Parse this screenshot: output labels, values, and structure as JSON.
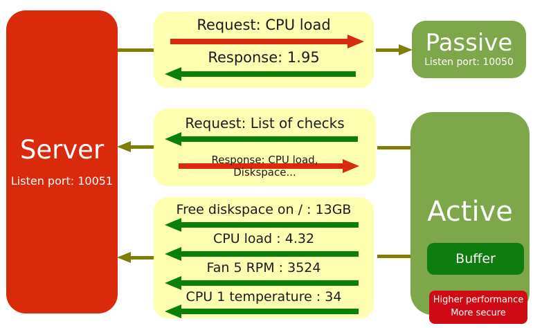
{
  "server": {
    "title": "Server",
    "port": "Listen port: 10051"
  },
  "passive": {
    "title": "Passive",
    "port": "Listen port: 10050"
  },
  "active": {
    "title": "Active",
    "buffer": "Buffer",
    "badge_line1": "Higher performance",
    "badge_line2": "More secure"
  },
  "passive_flow": {
    "request": "Request: CPU load",
    "response": "Response: 1.95"
  },
  "active_flow": {
    "request": "Request: List of checks",
    "response_line1": "Response: CPU load,",
    "response_line2": "Diskspace..."
  },
  "active_items": [
    "Free diskspace on / : 13GB",
    "CPU load : 4.32",
    "Fan 5 RPM : 3524",
    "CPU 1 temperature : 34"
  ],
  "colors": {
    "server_red": "#d92a0b",
    "badge_red": "#d00a14",
    "node_green": "#7ea64b",
    "buffer_green": "#0e7c0e",
    "arrow_green": "#0a800a",
    "arrow_red": "#d92a0b",
    "connector_olive": "#7f7e05",
    "note_yellow": "#feffb1"
  }
}
